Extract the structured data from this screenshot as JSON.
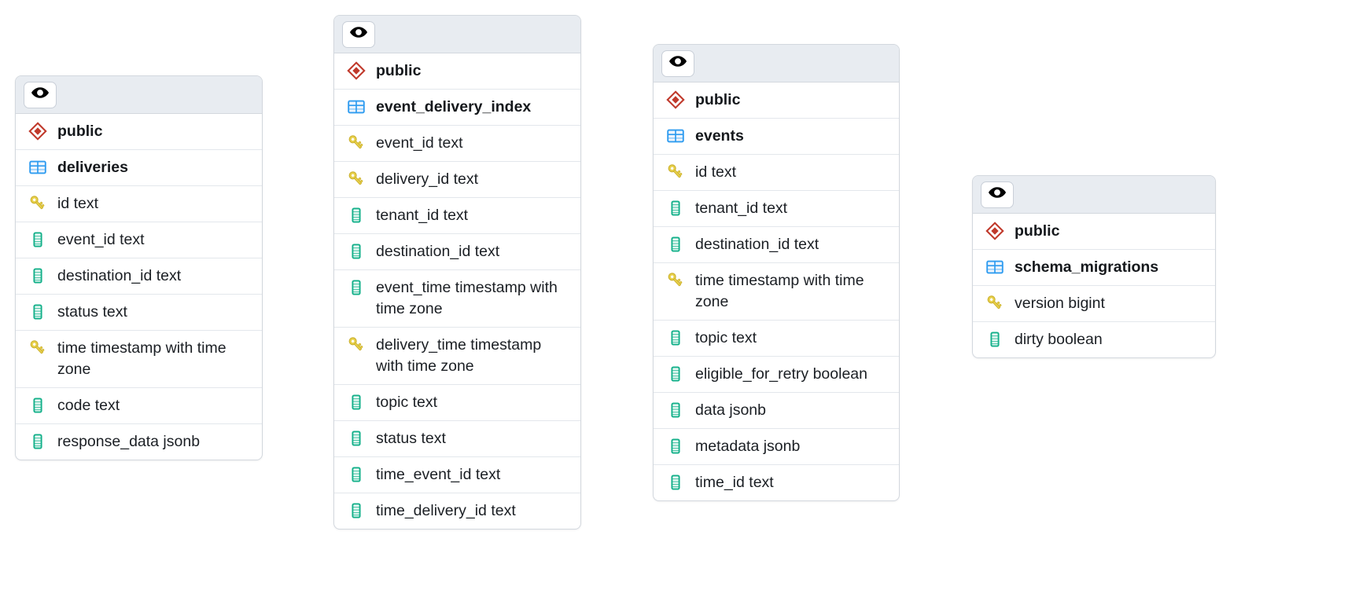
{
  "colors": {
    "card_bg": "#ffffff",
    "card_border": "#d3d8de",
    "header_bg": "#e8ecf1",
    "row_divider": "#e3e7ec",
    "text": "#1b1f24",
    "schema_icon": "#c0392b",
    "table_icon": "#2f9cf0",
    "key_icon": "#e8d04a",
    "column_icon": "#14b08a"
  },
  "icons": {
    "eye": "eye-icon",
    "schema": "schema-diamond-icon",
    "table": "table-grid-icon",
    "primary_key": "key-icon",
    "column": "column-icon"
  },
  "tables": [
    {
      "id": "deliveries",
      "schema": "public",
      "name": "deliveries",
      "columns": [
        {
          "label": "id text",
          "icon": "primary_key"
        },
        {
          "label": "event_id text",
          "icon": "column"
        },
        {
          "label": "destination_id text",
          "icon": "column"
        },
        {
          "label": "status text",
          "icon": "column"
        },
        {
          "label": "time timestamp with time zone",
          "icon": "primary_key"
        },
        {
          "label": "code text",
          "icon": "column"
        },
        {
          "label": "response_data jsonb",
          "icon": "column"
        }
      ]
    },
    {
      "id": "event_delivery_index",
      "schema": "public",
      "name": "event_delivery_index",
      "columns": [
        {
          "label": "event_id text",
          "icon": "primary_key"
        },
        {
          "label": "delivery_id text",
          "icon": "primary_key"
        },
        {
          "label": "tenant_id text",
          "icon": "column"
        },
        {
          "label": "destination_id text",
          "icon": "column"
        },
        {
          "label": "event_time timestamp with time zone",
          "icon": "column"
        },
        {
          "label": "delivery_time timestamp with time zone",
          "icon": "primary_key"
        },
        {
          "label": "topic text",
          "icon": "column"
        },
        {
          "label": "status text",
          "icon": "column"
        },
        {
          "label": "time_event_id text",
          "icon": "column"
        },
        {
          "label": "time_delivery_id text",
          "icon": "column"
        }
      ]
    },
    {
      "id": "events",
      "schema": "public",
      "name": "events",
      "columns": [
        {
          "label": "id text",
          "icon": "primary_key"
        },
        {
          "label": "tenant_id text",
          "icon": "column"
        },
        {
          "label": "destination_id text",
          "icon": "column"
        },
        {
          "label": "time timestamp with time zone",
          "icon": "primary_key"
        },
        {
          "label": "topic text",
          "icon": "column"
        },
        {
          "label": "eligible_for_retry boolean",
          "icon": "column"
        },
        {
          "label": "data jsonb",
          "icon": "column"
        },
        {
          "label": "metadata jsonb",
          "icon": "column"
        },
        {
          "label": "time_id text",
          "icon": "column"
        }
      ]
    },
    {
      "id": "schema_migrations",
      "schema": "public",
      "name": "schema_migrations",
      "columns": [
        {
          "label": "version bigint",
          "icon": "primary_key"
        },
        {
          "label": "dirty boolean",
          "icon": "column"
        }
      ]
    }
  ]
}
